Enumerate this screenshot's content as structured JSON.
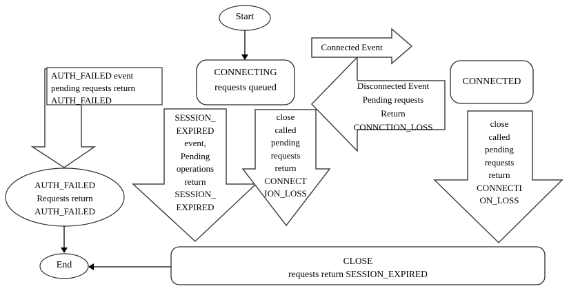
{
  "diagram_title": "connection-state-flowchart",
  "nodes": {
    "start": {
      "label": "Start"
    },
    "connecting": {
      "lines": [
        "CONNECTING",
        "requests queued"
      ]
    },
    "connected": {
      "label": "CONNECTED"
    },
    "auth_failed_event_box": {
      "lines": [
        "AUTH_FAILED event",
        "pending requests return",
        "AUTH_FAILED"
      ]
    },
    "auth_failed_state": {
      "lines": [
        "AUTH_FAILED",
        "Requests return",
        "AUTH_FAILED"
      ]
    },
    "close_state": {
      "lines": [
        "CLOSE",
        "requests return SESSION_EXPIRED"
      ]
    },
    "end": {
      "label": "End"
    }
  },
  "arrows": {
    "connected_event": {
      "label": "Connected Event"
    },
    "disconnected_event": {
      "lines": [
        "Disconnected Event",
        "Pending requests",
        "Return",
        "CONNCTION_LOSS"
      ]
    },
    "session_expired": {
      "lines": [
        "SESSION_",
        "EXPIRED",
        "event,",
        "Pending",
        "operations",
        "return",
        "SESSION_",
        "EXPIRED"
      ]
    },
    "close_from_connecting": {
      "lines": [
        "close",
        "called",
        "pending",
        "requests",
        "return",
        "CONNECT",
        "ION_LOSS"
      ]
    },
    "close_from_connected": {
      "lines": [
        "close",
        "called",
        "pending",
        "requests",
        "return",
        "CONNECTI",
        "ON_LOSS"
      ]
    }
  },
  "colors": {
    "background": "#ffffff",
    "shape_fill": "#ffffff",
    "block_arrow_stroke": "#444444",
    "box_stroke": "#2b2b2b",
    "connector": "#000000",
    "text": "#000000"
  }
}
